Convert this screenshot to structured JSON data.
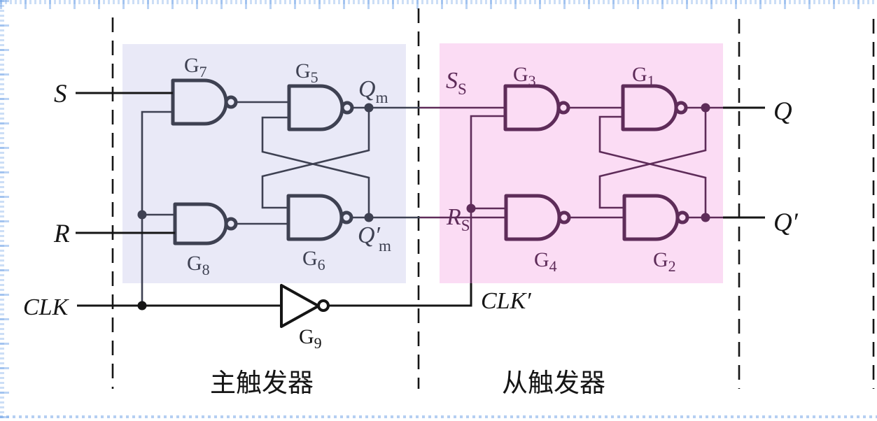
{
  "diagram": {
    "type": "logic-circuit",
    "description": "Master-slave SR flip-flop built from NAND gates",
    "sections": {
      "master": "主触发器",
      "slave": "从触发器"
    },
    "gates": {
      "g1": {
        "base": "G",
        "sub": "1"
      },
      "g2": {
        "base": "G",
        "sub": "2"
      },
      "g3": {
        "base": "G",
        "sub": "3"
      },
      "g4": {
        "base": "G",
        "sub": "4"
      },
      "g5": {
        "base": "G",
        "sub": "5"
      },
      "g6": {
        "base": "G",
        "sub": "6"
      },
      "g7": {
        "base": "G",
        "sub": "7"
      },
      "g8": {
        "base": "G",
        "sub": "8"
      },
      "g9": {
        "base": "G",
        "sub": "9"
      }
    },
    "signals": {
      "s": {
        "text": "S"
      },
      "r": {
        "text": "R"
      },
      "clk": {
        "text": "CLK"
      },
      "clk_prime": {
        "text": "CLK′"
      },
      "qm": {
        "base": "Q",
        "sub": "m"
      },
      "qm_prime": {
        "base": "Q′",
        "sub": "m"
      },
      "ss": {
        "base": "S",
        "sub": "S"
      },
      "rs": {
        "base": "R",
        "sub": "S"
      },
      "q": {
        "text": "Q"
      },
      "q_prime": {
        "text": "Q′"
      }
    },
    "colors": {
      "master_bg": "#e9e9f7",
      "slave_bg": "#fbdcf4",
      "master_stroke": "#3e4152",
      "slave_stroke": "#5e2c59",
      "line": "#151515",
      "grid_tick": "#cfe0f6"
    }
  }
}
